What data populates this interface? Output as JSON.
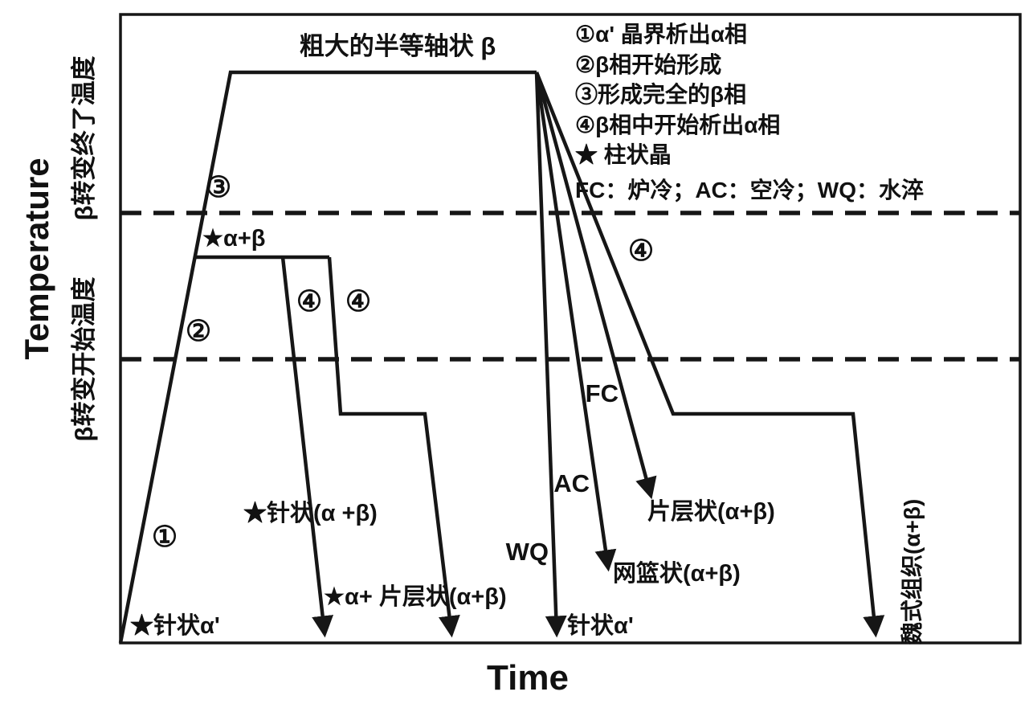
{
  "figure": {
    "y_axis": {
      "label": "Temperature",
      "finish_temp": "β转变终了温度",
      "start_temp": "β转变开始温度"
    },
    "x_axis": {
      "label": "Time"
    },
    "top_annotation": "粗大的半等轴状 β",
    "legend": {
      "items": [
        "①α' 晶界析出α相",
        "②β相开始形成",
        "③形成完全的β相",
        "④β相中开始析出α相",
        "★ 柱状晶",
        "FC：炉冷；AC：空冷；WQ：水淬"
      ]
    },
    "stage_markers": {
      "s1": "①",
      "s2": "②",
      "s3": "③",
      "s4": "④"
    },
    "annotations": {
      "origin_product": "★针状α'",
      "two_phase_plateau": "★α+β",
      "two_phase_quench_product": "★针状(α +β)",
      "two_phase_step_product": "★α+ 片层状(α+β)",
      "wq_label": "WQ",
      "ac_label": "AC",
      "fc_label": "FC",
      "wq_product": "针状α'",
      "ac_product": "网篮状(α+β)",
      "fc_product": "片层状(α+β)",
      "furnace_slow_product": "魏式组织(α+β)"
    },
    "colors": {
      "stroke": "#161616",
      "background": "#ffffff"
    }
  }
}
